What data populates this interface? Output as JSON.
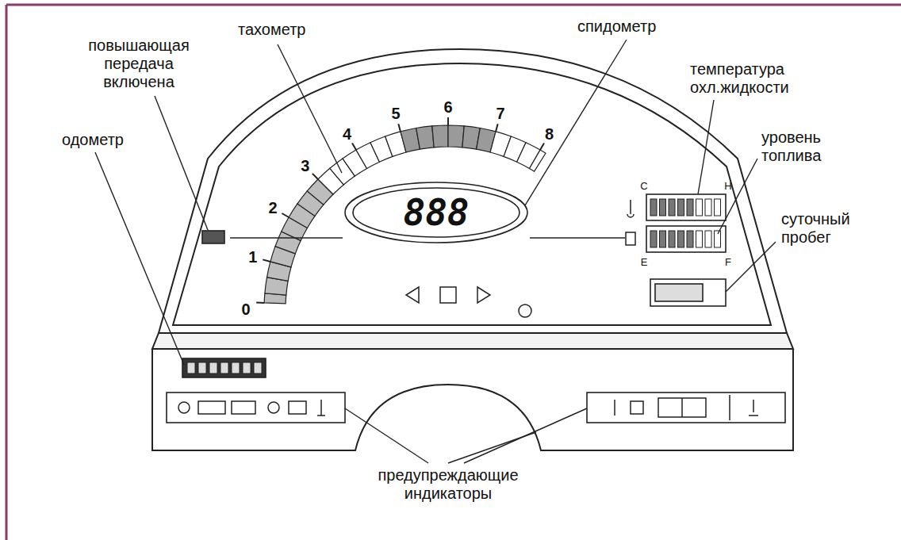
{
  "diagram": {
    "labels": [
      "тахометр",
      "спидометр",
      "повышающая передача включена",
      "одометр",
      "температура охл.жидкости",
      "уровень топлива",
      "суточный пробег",
      "предупреждающие индикаторы",
      "0",
      "1",
      "2",
      "3",
      "4",
      "5",
      "6",
      "7",
      "8",
      "888",
      "C",
      "H",
      "E",
      "F"
    ]
  }
}
